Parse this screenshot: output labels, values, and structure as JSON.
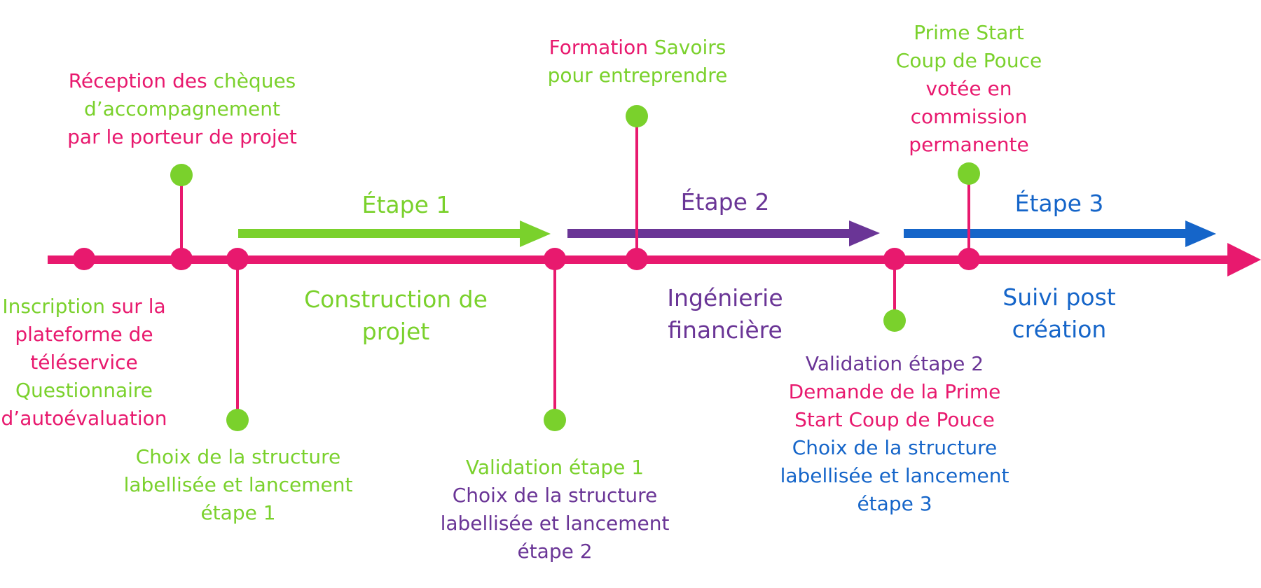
{
  "colors": {
    "pink": "#e8196e",
    "green": "#7ad12c",
    "purple": "#6a3596",
    "blue": "#1565c9"
  },
  "stages": [
    {
      "id": "etape1",
      "title": "Étape 1",
      "name": [
        "Construction de",
        "projet"
      ],
      "color": "#7ad12c"
    },
    {
      "id": "etape2",
      "title": "Étape 2",
      "name": [
        "Ingénierie",
        "financière"
      ],
      "color": "#6a3596"
    },
    {
      "id": "etape3",
      "title": "Étape 3",
      "name": [
        "Suivi post",
        "création"
      ],
      "color": "#1565c9"
    }
  ],
  "milestones": {
    "inscription": {
      "line1_a": "Inscription",
      "line1_b": " sur la",
      "line2": "plateforme de",
      "line3": "téléservice",
      "line4": "Questionnaire",
      "line5": "d’autoévaluation"
    },
    "reception": {
      "line1_a": "Réception des ",
      "line1_b": "chèques",
      "line2": "d’accompagnement",
      "line3": "par le porteur de projet"
    },
    "choix1": {
      "line1": "Choix de la structure",
      "line2": "labellisée et lancement",
      "line3": "étape 1"
    },
    "formation": {
      "line1_a": "Formation ",
      "line1_b": "Savoirs",
      "line2": "pour entreprendre"
    },
    "validation1": {
      "line1": "Validation étape 1",
      "line2": "Choix de la structure",
      "line3": "labellisée et lancement",
      "line4": "étape 2"
    },
    "validation2": {
      "line1": "Validation étape 2",
      "line2": "Demande de la Prime",
      "line3": "Start Coup de Pouce",
      "line4": "Choix de la structure",
      "line5": "labellisée et lancement",
      "line6": "étape 3"
    },
    "prime": {
      "line1": "Prime Start",
      "line2": "Coup de Pouce",
      "line3": "votée en",
      "line4": "commission",
      "line5": "permanente"
    }
  }
}
